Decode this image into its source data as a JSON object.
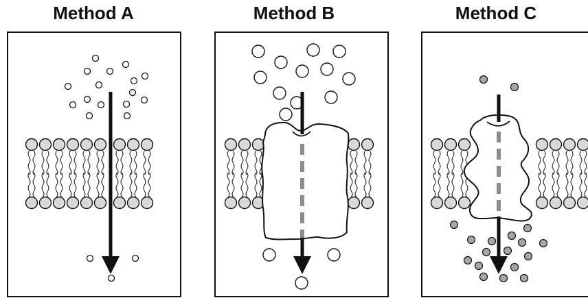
{
  "panels": [
    {
      "title": "Method A"
    },
    {
      "title": "Method B"
    },
    {
      "title": "Method C"
    }
  ],
  "colors": {
    "stroke": "#111111",
    "background": "#ffffff",
    "lipid_head": "#d9d9d9",
    "solute_c": "#a6a6a6",
    "channel_dash": "#8c8c8c"
  }
}
